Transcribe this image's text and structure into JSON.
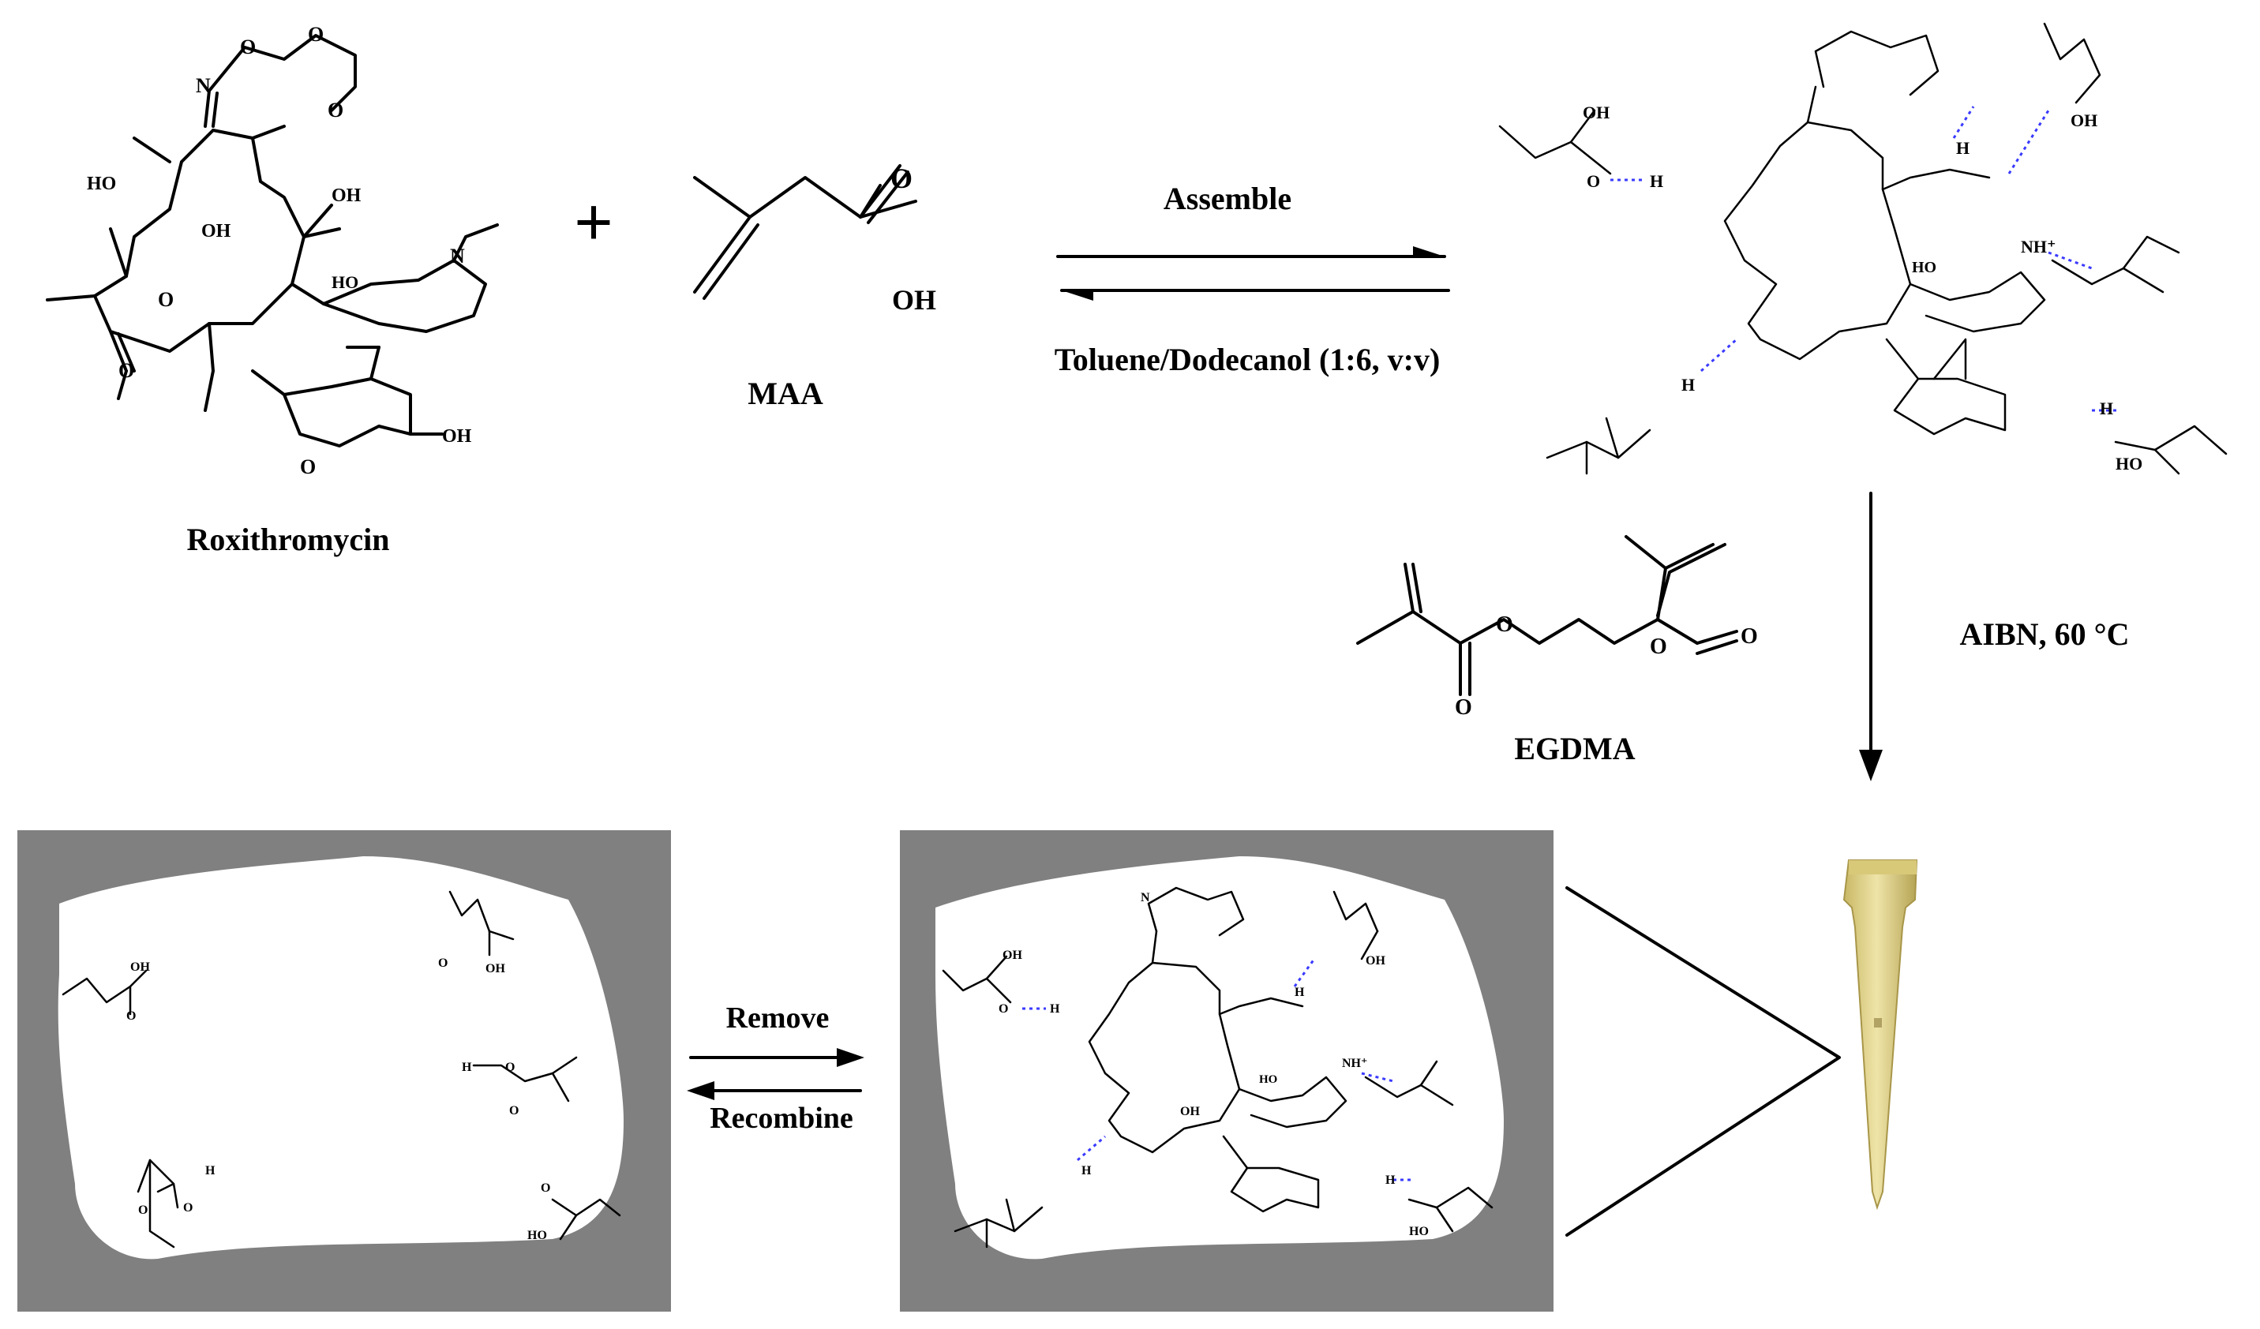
{
  "labels": {
    "roxithromycin": "Roxithromycin",
    "maa": "MAA",
    "egdma": "EGDMA",
    "assemble": "Assemble",
    "solvent": "Toluene/Dodecanol (1:6, v:v)",
    "initiator": "AIBN, 60 °C",
    "remove": "Remove",
    "recombine": "Recombine",
    "plus": "+"
  },
  "atoms": {
    "O": "O",
    "OH": "OH",
    "HO": "HO",
    "N": "N",
    "H": "H",
    "NH_plus": "NH⁺"
  },
  "colors": {
    "block_gray": "#808080",
    "hbond": "#3a3aff",
    "tip_yellow": "#e8d98a"
  }
}
